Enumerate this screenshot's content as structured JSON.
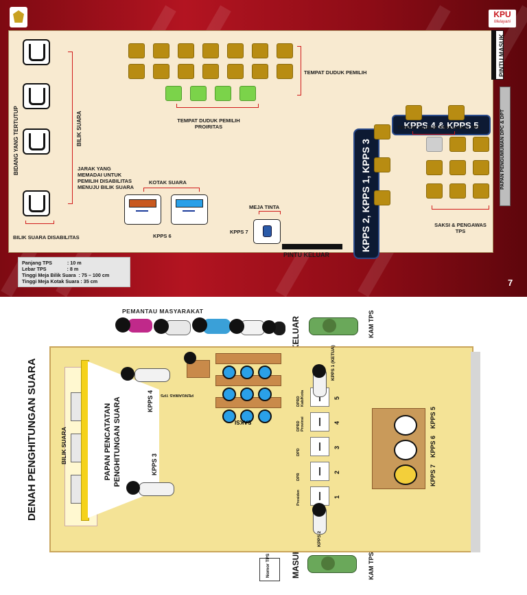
{
  "colors": {
    "slide_red": "#b31421",
    "floor": "#f8ead0",
    "voter_seat": "#b88c12",
    "priority_seat": "#7bd34a",
    "kpps_banner": "#0d1a33",
    "room_floor": "#f4e396"
  },
  "header": {
    "logo_text": "KPU",
    "logo_subtext": "Melayani",
    "page_number": "7"
  },
  "plan": {
    "pintu_masuk": "PINTU MASUK",
    "pintu_keluar": "PINTU KELUAR",
    "papan_pengumuman": "PAPAN PENGUMUMAN DPC & DPT",
    "bidang_tertutup": "BIDANG YANG TERTUTUP",
    "bilik_suara": "BILIK SUARA",
    "jarak_memadai": "JARAK YANG MEMADAI UNTUK PEMILIH DISABILITAS MENUJU BILIK SUARA",
    "bilik_disabilitas": "BILIK SUARA DISABILITAS",
    "tempat_duduk_pemilih": "TEMPAT DUDUK PEMILIH",
    "tempat_duduk_prioritas": "TEMPAT DUDUK PEMILIH PROIRITAS",
    "kotak_suara": "KOTAK SUARA",
    "kpps6": "KPPS 6",
    "meja_tinta": "MEJA TINTA",
    "kpps7": "KPPS 7",
    "kpps_45": "KPPS 4 & KPPS 5",
    "kpps_vertical": "KPPS 2, KPPS 1, KPPS 3",
    "pengawas": "TEMPAT DUDUK PENGAWAS TPS",
    "saksi": "SAKSI & PENGAWAS TPS"
  },
  "info": [
    "Panjang TPS           : 10 m",
    "Lebar TPS               : 8 m",
    "Tinggi Meja Bilik Suara  : 75 – 100 cm",
    "Tinggi Meja Kotak Suara : 35 cm"
  ],
  "counting": {
    "title": "DENAH PENGHITUNGAN SUARA",
    "pemantau": "PEMANTAU MASYARAKAT",
    "keluar": "KELUAR",
    "masuk": "MASUK",
    "kam_tps_top": "KAM TPS",
    "kam_tps_bottom": "KAM TPS",
    "nomor_tps": "Nomor TPS",
    "bilik_suara": "BILIK SUARA",
    "papan": "PAPAN PENCATATAN PENGHITUNGAN SUARA",
    "kpps4": "KPPS 4",
    "kpps3": "KPPS 3",
    "pengawas_tps": "PENGAWAS TPS",
    "saksi": "SAKSI",
    "kpps1": "KPPS 1 (KETUA)",
    "kpps2": "KPPS 2",
    "kpps5": "KPPS 5",
    "kpps6": "KPPS 6",
    "kpps7": "KPPS 7",
    "boxes": [
      {
        "label": "DPRD Kab/Kota",
        "number": "5"
      },
      {
        "label": "DPRD Provinsi",
        "number": "4"
      },
      {
        "label": "DPD",
        "number": "3"
      },
      {
        "label": "DPR",
        "number": "2"
      },
      {
        "label": "Presiden",
        "number": "1"
      }
    ]
  }
}
